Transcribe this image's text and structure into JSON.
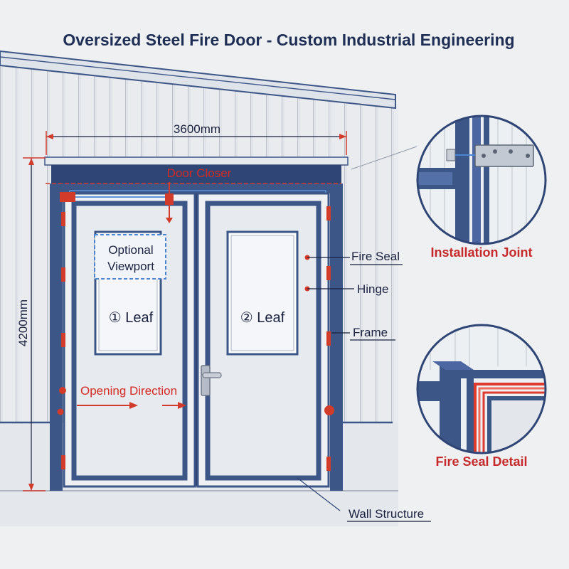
{
  "title": "Oversized Steel Fire Door - Custom Industrial Engineering",
  "dimensions": {
    "width": "3600mm",
    "height": "4200mm"
  },
  "labels": {
    "door_closer": "Door Closer",
    "viewport_line1": "Optional",
    "viewport_line2": "Viewport",
    "leaf1": "① Leaf",
    "leaf2": "② Leaf",
    "opening_direction": "Opening Direction",
    "fire_seal": "Fire Seal",
    "hinge": "Hinge",
    "frame": "Frame",
    "wall_structure": "Wall Structure"
  },
  "details": {
    "installation_joint": "Installation Joint",
    "fire_seal_detail": "Fire Seal Detail"
  },
  "colors": {
    "steel_blue": "#3d5688",
    "frame_dark": "#2f4576",
    "seal_red": "#e03a2e",
    "accent_light_blue": "#5b92d8"
  }
}
